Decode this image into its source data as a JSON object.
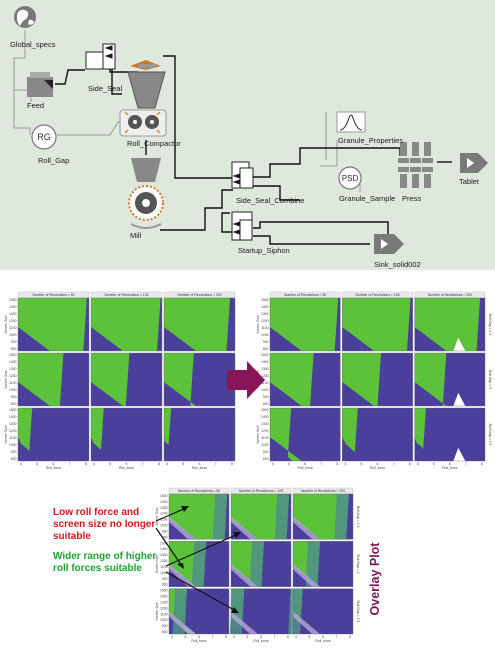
{
  "flowsheet": {
    "background": "#dfe8dc",
    "units": {
      "global_specs": "Global_specs",
      "feed": "Feed",
      "side_seal": "Side_Seal",
      "roll_gap_icon": "RG",
      "roll_gap": "Roll_Gap",
      "roll_compactor": "Roll_Compactor",
      "mill": "Mill",
      "side_seal_combine": "Side_Seal_Combine",
      "startup_siphon": "Startup_Siphon",
      "granule_properties": "Granule_Properties",
      "psd_icon": "PSD",
      "granule_sample": "Granule_Sample",
      "press": "Press",
      "tablet": "Tablet",
      "sink": "Sink_solid002"
    }
  },
  "plots": {
    "col_headers": [
      "Number of Revolutions = 50",
      "Number of Revolutions = 125",
      "Number of Revolutions = 200"
    ],
    "row_headers": [
      "Roll Gap = 1.5",
      "Roll Gap = 2",
      "Roll Gap = 2.5"
    ],
    "y_axis_label": "Screen Size",
    "x_axis_label": "Roll_force",
    "y_ticks": [
      "1500",
      "1400",
      "1300",
      "1200",
      "1100",
      "1000",
      "900",
      "800"
    ],
    "x_ticks": [
      "4",
      "5",
      "6",
      "7",
      "8"
    ],
    "colors": {
      "suitable": "#5cc23a",
      "unsuitable": "#4b3f9c",
      "overlap": "#4f8f8a",
      "light": "#b7a8d8"
    }
  },
  "annotations": {
    "low_force": "Low roll force and screen size no longer suitable",
    "wider_range": "Wider range of higher roll forces suitable",
    "overlay_title": "Overlay Plot",
    "arrow_color": "#8a1458"
  }
}
